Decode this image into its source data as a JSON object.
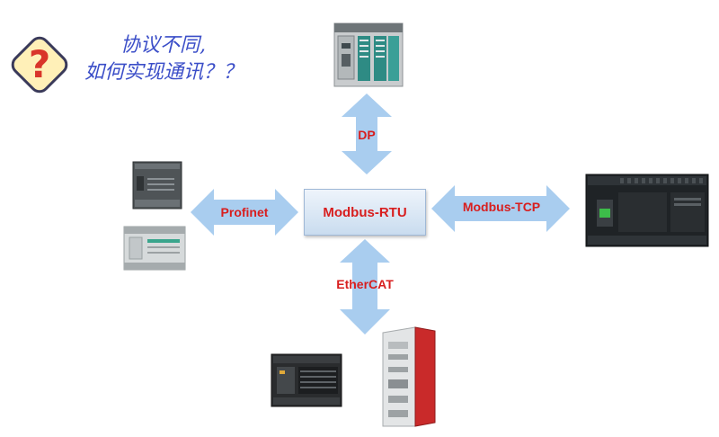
{
  "question": {
    "symbol": "?",
    "line1": "协议不同,",
    "line2": "如何实现通讯？？"
  },
  "center": {
    "label": "Modbus-RTU"
  },
  "links": {
    "top": "DP",
    "left": "Profinet",
    "right": "Modbus-TCP",
    "bottom": "EtherCAT"
  },
  "devices": {
    "top": "s7-300-plc-icon",
    "left_upper": "s7-200-plc-icon",
    "left_lower": "s7-1200-plc-icon",
    "right": "schneider-m241-plc-icon",
    "bottom_left": "omron-nx1p-plc-icon",
    "bottom_right": "beckhoff-cx-ipc-icon"
  },
  "colors": {
    "arrow": "#a9cdef",
    "label": "#d81e1e",
    "question_text": "#3b4ec8",
    "badge_fill": "#fff0b8",
    "badge_border": "#3a3a5a",
    "question_mark": "#d9352a"
  }
}
